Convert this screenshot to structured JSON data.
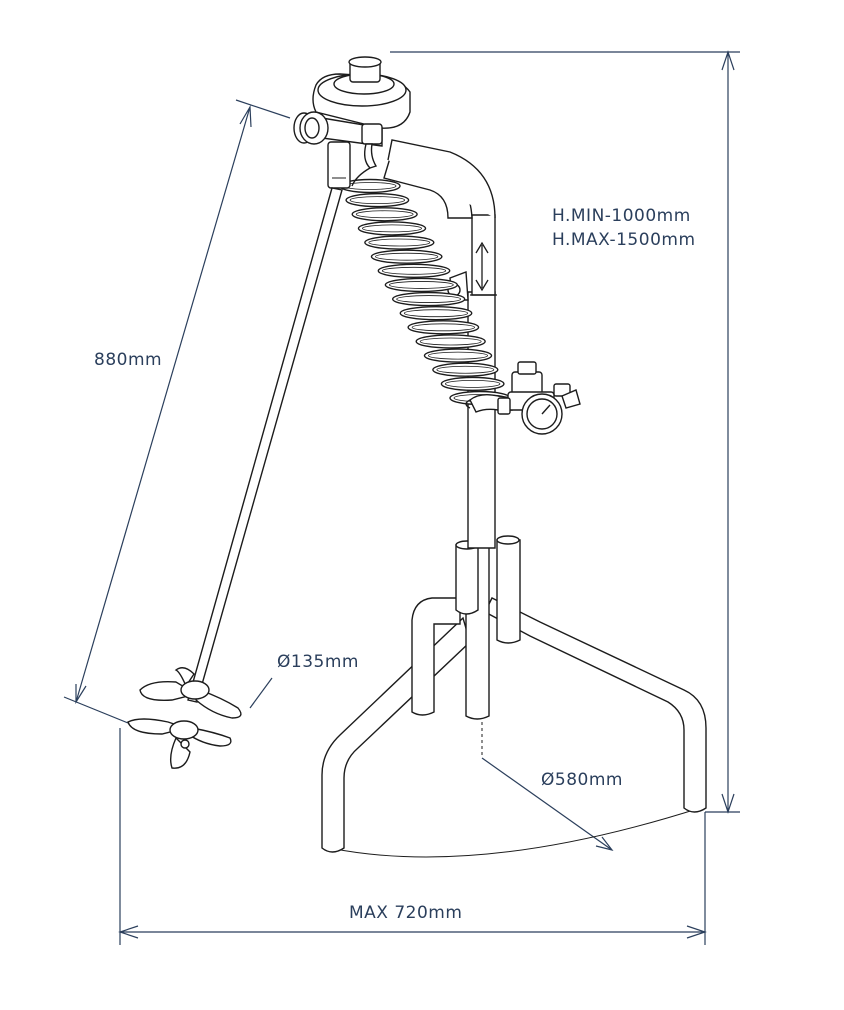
{
  "dimensions": {
    "height_min": "H.MIN-1000mm",
    "height_max": "H.MAX-1500mm",
    "shaft_length": "880mm",
    "impeller_diameter": "Ø135mm",
    "base_diameter": "Ø580mm",
    "max_width": "MAX 720mm"
  },
  "colors": {
    "dimension_line": "#2b3f5c",
    "drawing_line": "#1c1c1c"
  }
}
